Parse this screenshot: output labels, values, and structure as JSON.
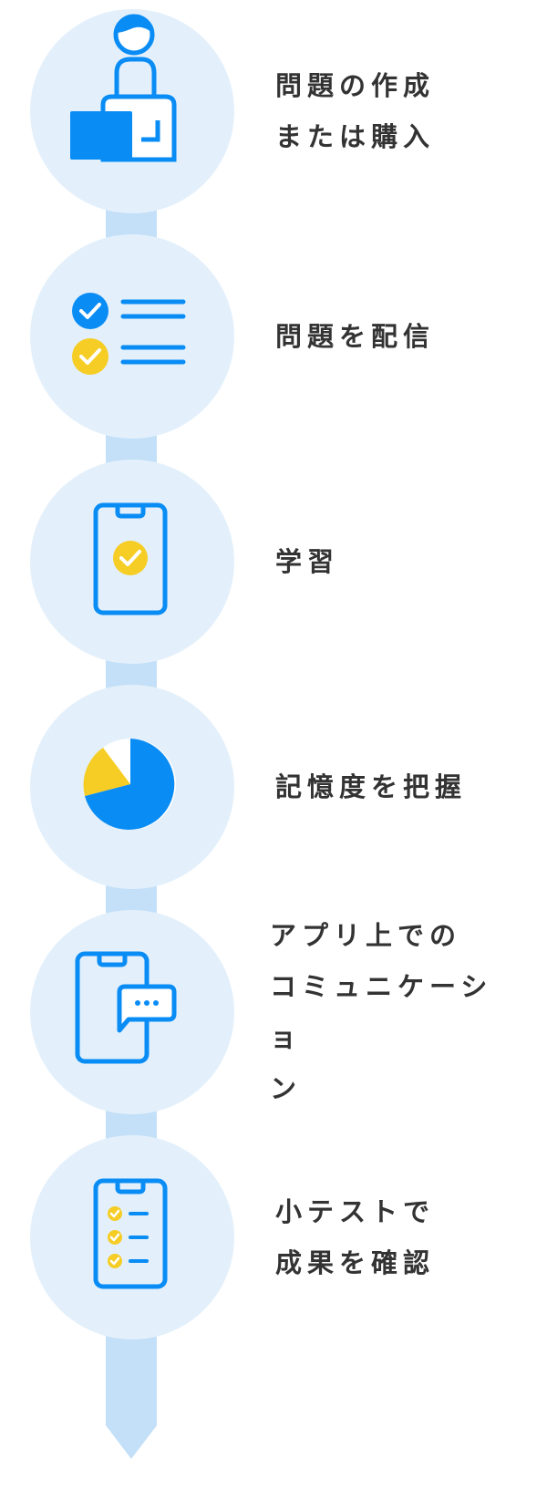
{
  "colors": {
    "blue": "#0a8cf5",
    "yellow": "#f5cd24",
    "circle_bg": "#e3f0fb",
    "track": "#c3e0f8",
    "text": "#333333"
  },
  "steps": [
    {
      "icon": "person-laptop-icon",
      "lines": [
        "問題の作成",
        "または購入"
      ]
    },
    {
      "icon": "checklist-icon",
      "lines": [
        "問題を配信"
      ]
    },
    {
      "icon": "smartphone-check-icon",
      "lines": [
        "学習"
      ]
    },
    {
      "icon": "pie-chart-icon",
      "lines": [
        "記憶度を把握"
      ]
    },
    {
      "icon": "phone-chat-icon",
      "lines": [
        "アプリ上での",
        "コミュニケーショ",
        "ン"
      ]
    },
    {
      "icon": "phone-quiz-icon",
      "lines": [
        "小テストで",
        "成果を確認"
      ]
    }
  ]
}
